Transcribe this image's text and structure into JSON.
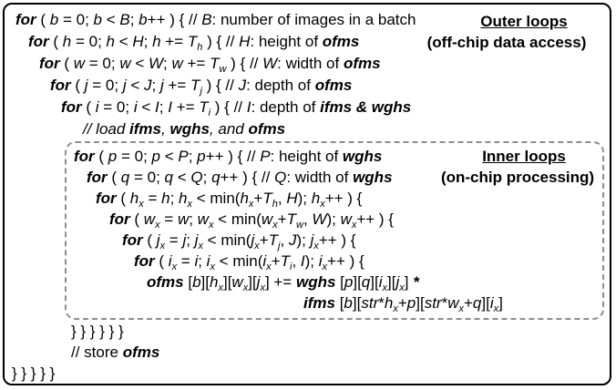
{
  "labels": {
    "outer_title": "Outer loops",
    "outer_sub": "(off-chip data access)",
    "inner_title": "Inner loops",
    "inner_sub": "(on-chip processing)"
  },
  "code": {
    "l1": {
      "kw": "for",
      "a": " ( ",
      "v1": "b",
      "b": " = 0; ",
      "v2": "b",
      "c": " < ",
      "v3": "B",
      "d": "; ",
      "v4": "b",
      "e": "++ ) {  // ",
      "v5": "B",
      "f": ": number of images in a batch"
    },
    "l2": {
      "kw": "for",
      "a": " ( ",
      "v1": "h",
      "b": " = 0; ",
      "v2": "h",
      "c": " < ",
      "v3": "H",
      "d": "; ",
      "v4": "h",
      "e": " += ",
      "v5": "T",
      "s5": "h",
      "f": " ) {  // ",
      "v6": "H",
      "g": ": height of ",
      "b6": "ofms"
    },
    "l3": {
      "kw": "for",
      "a": " ( ",
      "v1": "w",
      "b": " = 0; ",
      "v2": "w",
      "c": " < ",
      "v3": "W",
      "d": "; ",
      "v4": "w",
      "e": " += ",
      "v5": "T",
      "s5": "w",
      "f": " ) {  // ",
      "v6": "W",
      "g": ": width of ",
      "b6": "ofms"
    },
    "l4": {
      "kw": "for",
      "a": " ( ",
      "v1": "j",
      "b": " = 0; ",
      "v2": "j",
      "c": " < ",
      "v3": "J",
      "d": "; ",
      "v4": "j",
      "e": " += ",
      "v5": "T",
      "s5": "j",
      "f": " ) {  // ",
      "v6": "J",
      "g": ": depth of ",
      "b6": "ofms"
    },
    "l5": {
      "kw": "for",
      "a": " ( ",
      "v1": "i",
      "b": " = 0; ",
      "v2": "i",
      "c": " < ",
      "v3": "I",
      "d": "; ",
      "v4": "I",
      "e": " += ",
      "v5": "T",
      "s5": "i",
      "f": " ) {  // ",
      "v6": "I",
      "g": ": depth of ",
      "b6": "ifms & wghs"
    },
    "l6": {
      "a": "// load ",
      "b1": "ifms",
      "b": ", ",
      "b2": "wghs",
      "c": ", and ",
      "b3": "ofms"
    },
    "l7": {
      "kw": "for",
      "a": " ( ",
      "v1": "p",
      "b": " = 0; ",
      "v2": "p",
      "c": " < ",
      "v3": "P",
      "d": "; ",
      "v4": "p",
      "e": "++ ) {  // ",
      "v5": "P",
      "f": ": height of ",
      "b6": "wghs"
    },
    "l8": {
      "kw": "for",
      "a": " ( ",
      "v1": "q",
      "b": " = 0; ",
      "v2": "q",
      "c": " < ",
      "v3": "Q",
      "d": "; ",
      "v4": "q",
      "e": "++ ) {  // ",
      "v5": "Q",
      "f": ": width of ",
      "b6": "wghs"
    },
    "l9": {
      "kw": "for",
      "a": " ( ",
      "v1": "h",
      "s1": "x",
      "b": " = ",
      "v2": "h",
      "c": "; ",
      "v3": "h",
      "s3": "x",
      "d": " < min(",
      "v4": "h",
      "s4": "x",
      "e": "+",
      "v5": "T",
      "s5": "h",
      "f": ", ",
      "v6": "H",
      "g": "); ",
      "v7": "h",
      "s7": "x",
      "h": "++ ) {"
    },
    "l10": {
      "kw": "for",
      "a": " ( ",
      "v1": "w",
      "s1": "x",
      "b": " = ",
      "v2": "w",
      "c": "; ",
      "v3": "w",
      "s3": "x",
      "d": " < min(",
      "v4": "w",
      "s4": "x",
      "e": "+",
      "v5": "T",
      "s5": "w",
      "f": ", ",
      "v6": "W",
      "g": "); ",
      "v7": "w",
      "s7": "x",
      "h": "++ ) {"
    },
    "l11": {
      "kw": "for",
      "a": " ( ",
      "v1": "j",
      "s1": "x",
      "b": " = ",
      "v2": "j",
      "c": "; ",
      "v3": "j",
      "s3": "x",
      "d": " < min(",
      "v4": "j",
      "s4": "x",
      "e": "+",
      "v5": "T",
      "s5": "j",
      "f": ", ",
      "v6": "J",
      "g": "); ",
      "v7": "j",
      "s7": "x",
      "h": "++ ) {"
    },
    "l12": {
      "kw": "for",
      "a": " ( ",
      "v1": "i",
      "s1": "x",
      "b": " = ",
      "v2": "i",
      "c": "; ",
      "v3": "i",
      "s3": "x",
      "d": " < min(",
      "v4": "i",
      "s4": "x",
      "e": "+",
      "v5": "T",
      "s5": "i",
      "f": ", ",
      "v6": "I",
      "g": "); ",
      "v7": "i",
      "s7": "x",
      "h": "++ ) {"
    },
    "l13": {
      "b1": "ofms",
      "a": " [",
      "v1": "b",
      "b": "][",
      "v2": "h",
      "s2": "x",
      "c": "][",
      "v3": "w",
      "s3": "x",
      "d": "][",
      "v4": "j",
      "s4": "x",
      "e": "] += ",
      "b2": "wghs",
      "f": " [",
      "v5": "p",
      "g": "][",
      "v6": "q",
      "h": "][",
      "v7": "i",
      "s7": "x",
      "i": "][",
      "v8": "j",
      "s8": "x",
      "j": "] ",
      "star": "*"
    },
    "l14": {
      "b1": "ifms",
      "a": " [",
      "v1": "b",
      "b": "][",
      "v2": "str",
      "c": "*",
      "v3": "h",
      "s3": "x",
      "d": "+",
      "v4": "p",
      "e": "][",
      "v5": "str",
      "f": "*",
      "v6": "w",
      "s6": "x",
      "g": "+",
      "v7": "q",
      "h": "][",
      "v8": "i",
      "s8": "x",
      "i": "]"
    },
    "l15": {
      "a": "} } } } } }"
    },
    "l16": {
      "a": "// store ",
      "b1": "ofms"
    },
    "l17": {
      "a": "} } } } }"
    }
  }
}
